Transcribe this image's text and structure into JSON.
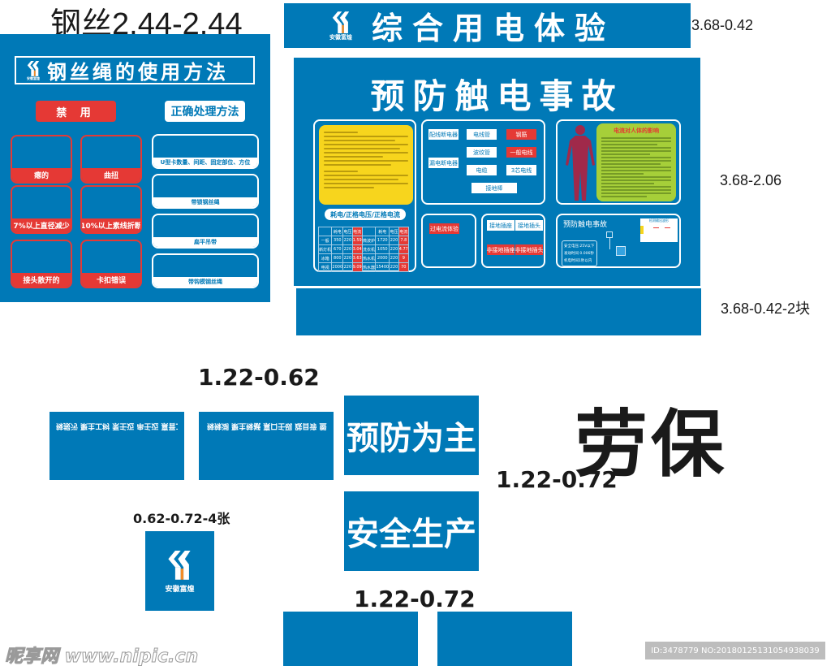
{
  "colors": {
    "brand_blue": "#0079b7",
    "warning_red": "#e53935",
    "notice_yellow": "#f7d51d",
    "info_green": "#a6cf39",
    "logo_orange": "#f28c28"
  },
  "logo": {
    "company_name": "安徽富煌",
    "icon": "company-logo-icon"
  },
  "wire_rope_board": {
    "size_label": "钢丝2.44-2.44",
    "title": "钢丝绳的使用方法",
    "forbidden_header": "禁 用",
    "correct_header": "正确处理方法",
    "forbidden_items": [
      {
        "label": "瘪的"
      },
      {
        "label": "曲扭"
      },
      {
        "label": "7%以上直径减少"
      },
      {
        "label": "10%以上素线折断"
      },
      {
        "label": "接头散开的"
      },
      {
        "label": "卡扣错误"
      }
    ],
    "correct_items": [
      {
        "label": "U型卡数量、间距、固定部位、方位"
      },
      {
        "label": "带锁钢丝绳"
      },
      {
        "label": "扁平吊带"
      },
      {
        "label": "带钩模钢丝绳"
      }
    ]
  },
  "comprehensive_banner": {
    "title": "综合用电体验",
    "size_label": "3.68-0.42"
  },
  "electric_board": {
    "title": "预防触电事故",
    "size_label": "3.68-2.06",
    "table_title": "耗电/正格电压/正格电流",
    "table_rows": [
      [
        "一般",
        "350",
        "220",
        "1.59",
        "微波炉",
        "1720",
        "220",
        "7.8"
      ],
      [
        "新灯机",
        "670",
        "220",
        "3.04",
        "洗衣机",
        "1050",
        "220",
        "4.77"
      ],
      [
        "冰箱",
        "800",
        "220",
        "3.63",
        "热水机",
        "2000",
        "220",
        "9"
      ],
      [
        "电视",
        "2000",
        "220",
        "9.09",
        "热水器",
        "15400",
        "220",
        "70"
      ]
    ],
    "wiring_tags": {
      "white": [
        "配线断电器",
        "电线管",
        "波纹管",
        "漏电断电器",
        "电缆",
        "3芯电线",
        "接地棒"
      ],
      "red": [
        "钢筋",
        "一般电线"
      ]
    },
    "overcurrent_tag": "过电流体验",
    "socket_tags": {
      "white": [
        "接地插座",
        "接地插头"
      ],
      "red": [
        "非接地插座",
        "非接地插头"
      ]
    },
    "body_panel_title": "电流对人体的影响",
    "prevention_panel": {
      "title": "预防触电事故",
      "chart_title": "检测输出波形",
      "specs": [
        "安全电压:25V以下",
        "发动时间 0.006秒",
        "机电时间1秒以内"
      ]
    }
  },
  "blank_strip": {
    "size_label": "3.68-0.42-2块"
  },
  "mirrored_signs": {
    "size_label": "1.22-0.62",
    "sign_1_text": "辣报污 聚主工树 泵壬迈 串壬迈 禀晋工树",
    "sign_2_text": "辣辣湖 聚主辣褫 禀口壬砚 跋目谛 盥壬迈"
  },
  "slogan_signs": {
    "slogan_1": "预防为主",
    "slogan_2": "安全生产",
    "size_label_right": "1.22-0.72",
    "size_label_bottom": "1.22-0.72"
  },
  "labor_protection": {
    "title": "劳保"
  },
  "logo_card": {
    "size_label": "0.62-0.72-4张"
  },
  "watermark": {
    "site": "昵享网 www.nipic.cn",
    "id_text": "ID:3478779 NO:20180125131054938039"
  }
}
